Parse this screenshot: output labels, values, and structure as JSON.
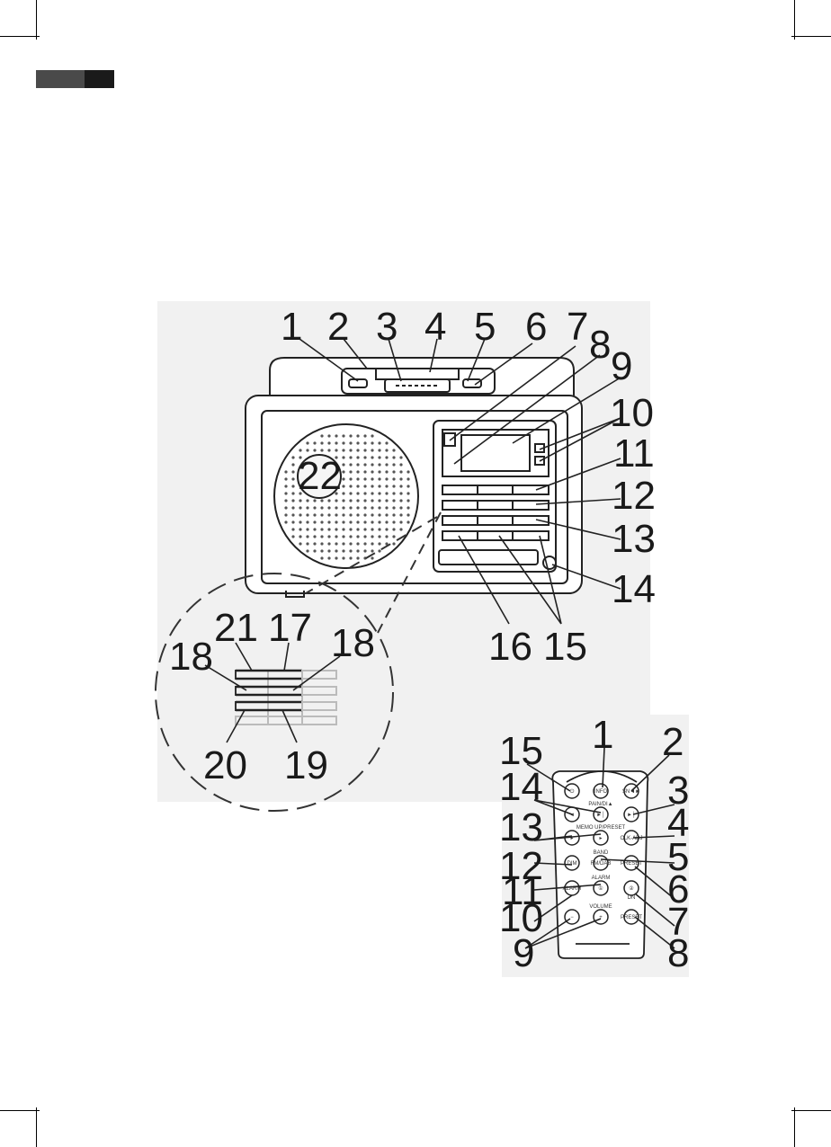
{
  "main_callouts": [
    "1",
    "2",
    "3",
    "4",
    "5",
    "6",
    "7",
    "8",
    "9",
    "10",
    "11",
    "12",
    "13",
    "14",
    "15",
    "16",
    "22"
  ],
  "zoom_callouts": [
    "21",
    "17",
    "18",
    "18",
    "20",
    "19"
  ],
  "remote_callouts": [
    "15",
    "1",
    "2",
    "14",
    "3",
    "13",
    "4",
    "12",
    "5",
    "11",
    "6",
    "10",
    "7",
    "9",
    "8"
  ],
  "remote_buttons": {
    "top_row": [
      "⏻",
      "INFO",
      "SN◄►"
    ],
    "row2_label": "PAIN/DI▲",
    "row2": [
      "◄",
      "►│",
      "►│"
    ],
    "row3_label": "MEMO UP/PRESET",
    "row3": [
      "▸",
      "▸",
      "CLK-ADJ"
    ],
    "row4_label": "BAND",
    "row4": [
      "DIM",
      "FM/DAB",
      "PRESET"
    ],
    "row5_label": "ALARM",
    "row5": [
      "ALARM",
      "①",
      "②"
    ],
    "row6_label": "VOLUME",
    "row6": [
      "−",
      "+",
      "PRESET"
    ],
    "row6_extra": "DN"
  }
}
